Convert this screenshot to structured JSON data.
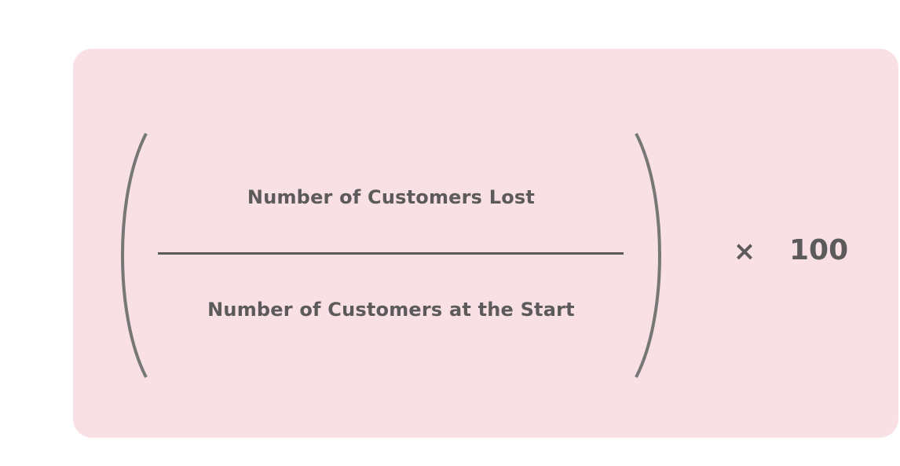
{
  "formula": {
    "numerator": "Number of Customers Lost",
    "denominator": "Number of Customers at the Start",
    "operator": "×",
    "multiplier": "100"
  },
  "colors": {
    "card_background": "#f8e0e4",
    "text": "#5d5a5b",
    "paren": "#777777"
  }
}
